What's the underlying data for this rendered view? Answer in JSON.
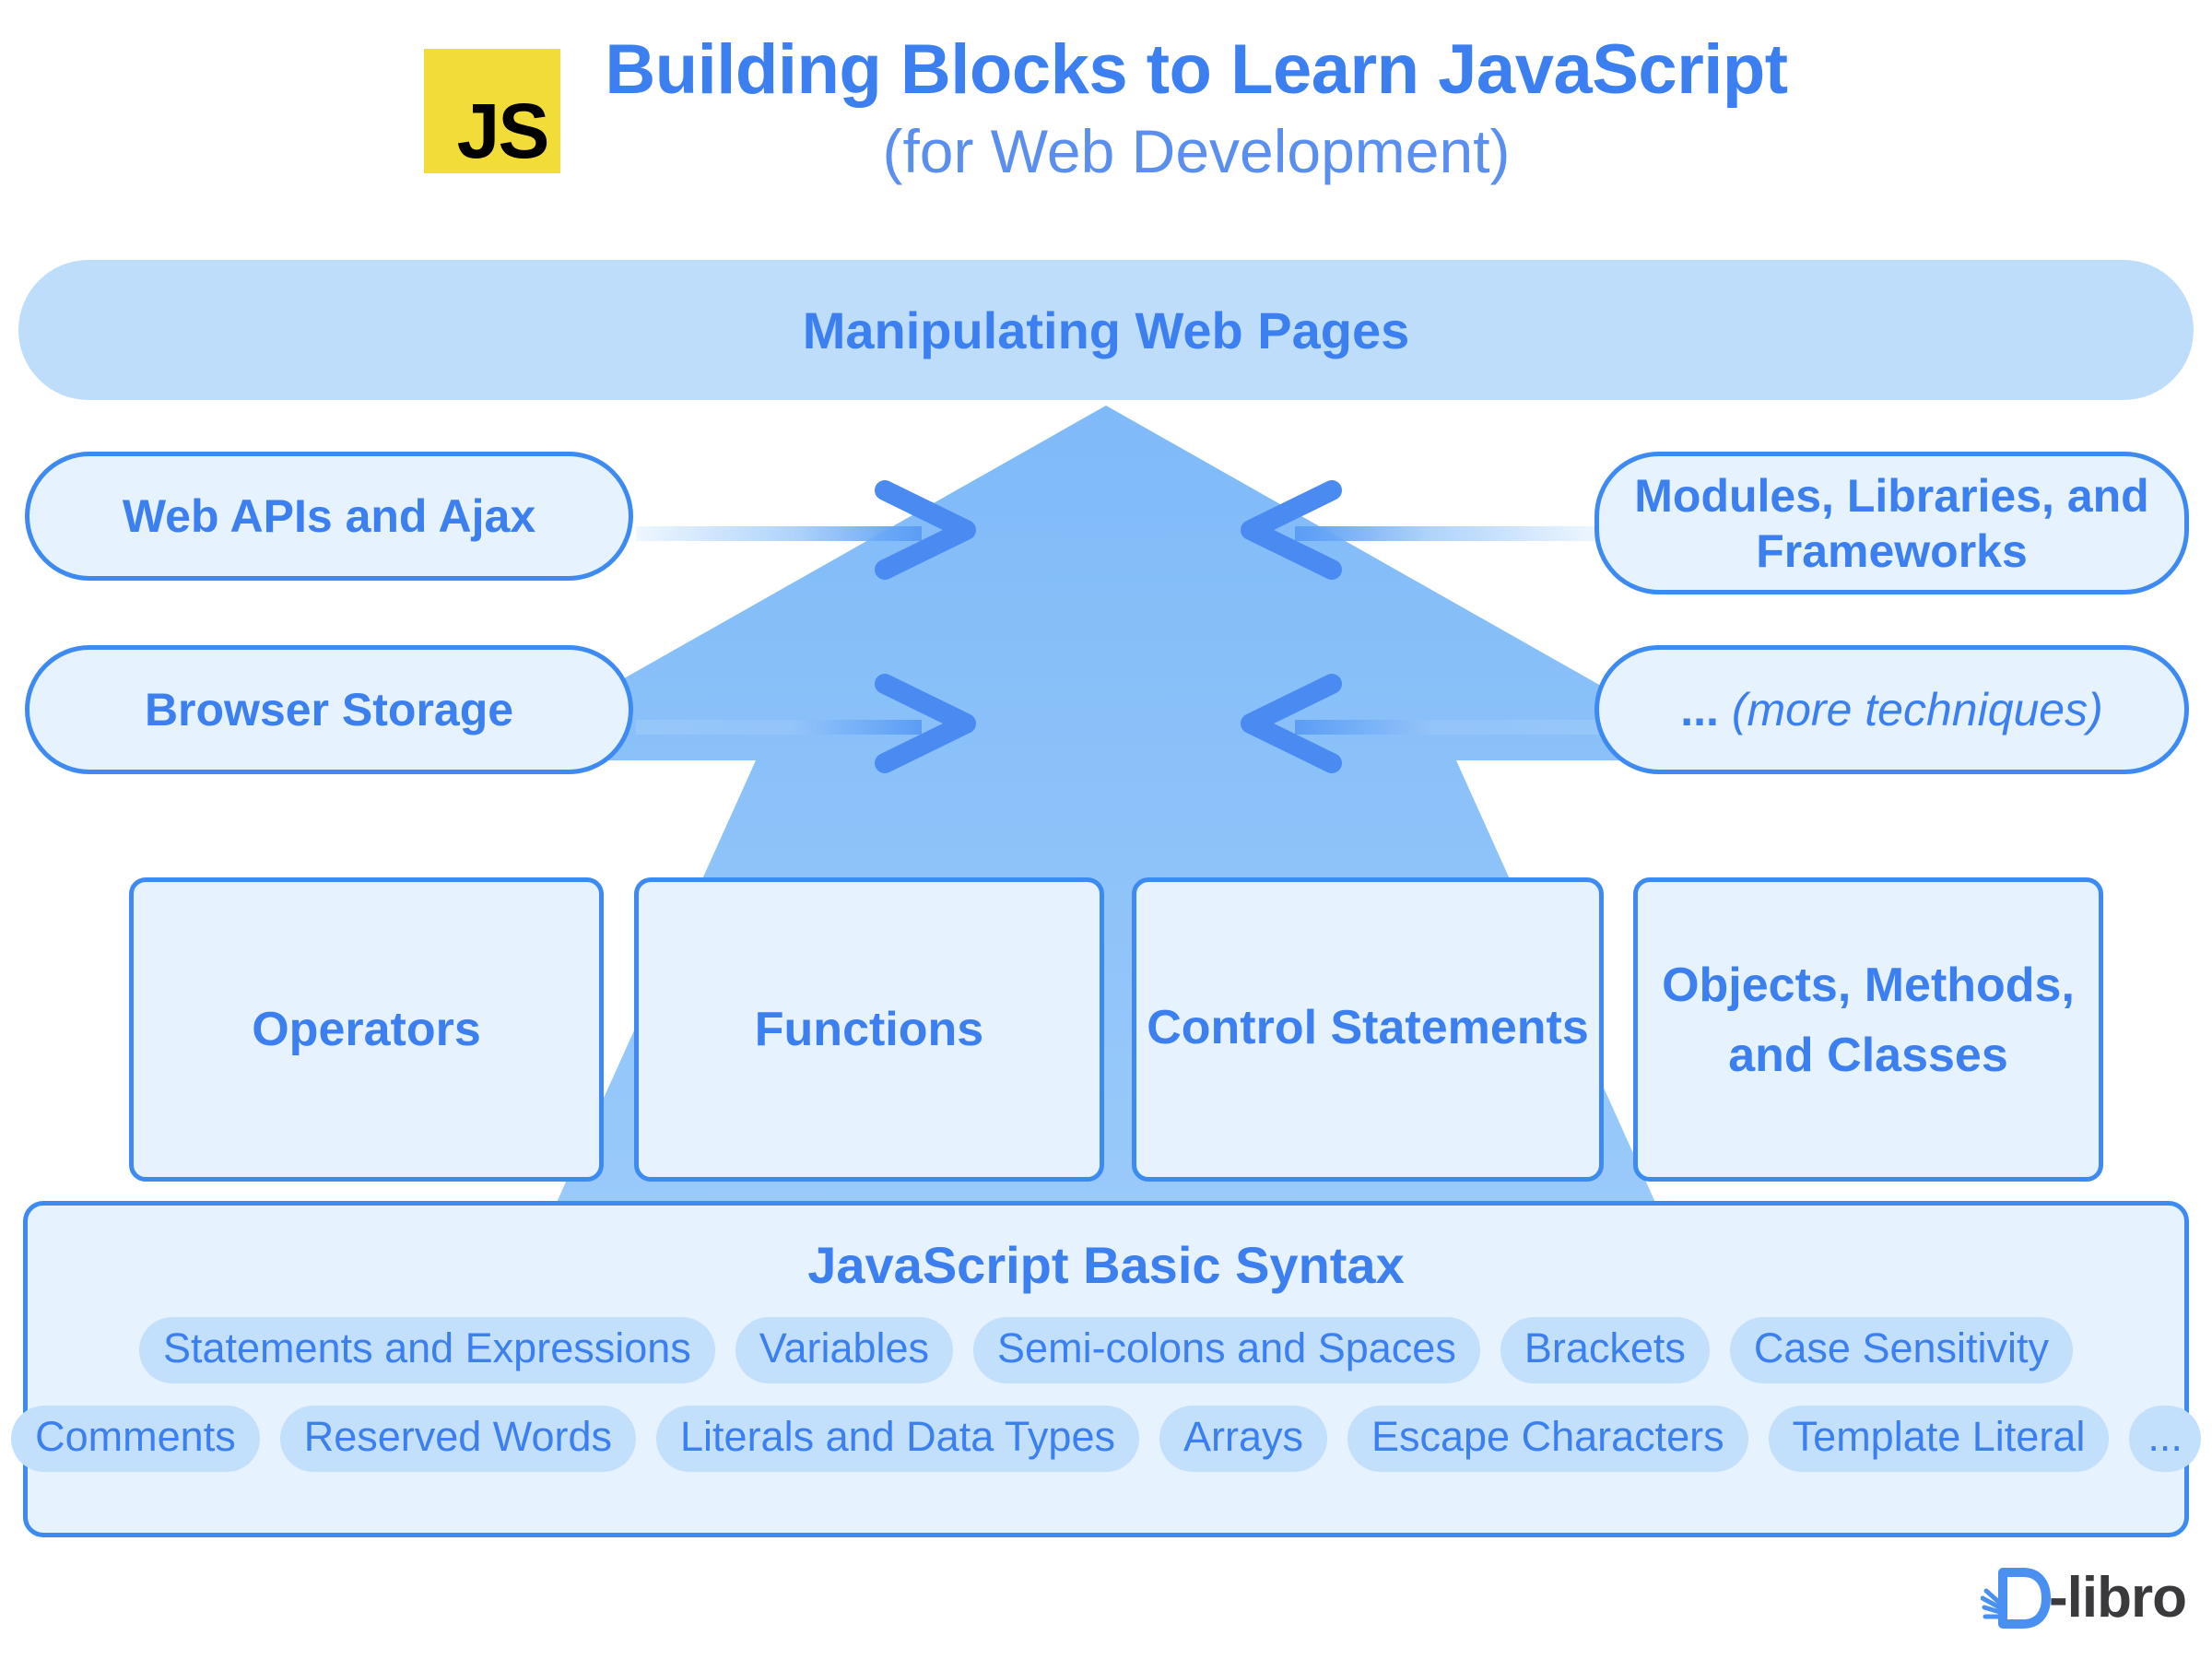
{
  "header": {
    "logo_text": "JS",
    "logo_bg_color": "#F2DC37",
    "title": "Building Blocks to Learn JavaScript",
    "subtitle": "(for Web Development)",
    "title_color": "#3B7FF0"
  },
  "banner": {
    "label": "Manipulating Web Pages",
    "fill_color": "#BEDDFB",
    "text_color": "#3B7FF0"
  },
  "arrow": {
    "name": "upward-arrow",
    "fill_color": "#7FBAF8",
    "direction": "up"
  },
  "side_pills": {
    "left": [
      {
        "label": "Web APIs and Ajax",
        "arrow_direction": "right"
      },
      {
        "label": "Browser Storage",
        "arrow_direction": "right"
      }
    ],
    "right": [
      {
        "label": "Modules, Libraries, and Frameworks",
        "arrow_direction": "left"
      },
      {
        "label_bold": "...",
        "label_italic": "(more techniques)",
        "arrow_direction": "left"
      }
    ],
    "fill_color": "#E6F2FD",
    "border_color": "#3D8BF2",
    "text_color": "#3B7FF0"
  },
  "mid_boxes": [
    {
      "label": "Operators"
    },
    {
      "label": "Functions"
    },
    {
      "label": "Control Statements"
    },
    {
      "label": "Objects, Methods, and Classes"
    }
  ],
  "syntax_panel": {
    "title": "JavaScript Basic Syntax",
    "fill_color": "#E6F2FD",
    "border_color": "#3D8BF2",
    "tag_fill_color": "#C2DFFB",
    "tag_text_color": "#3B7FF0",
    "rows": [
      [
        "Statements and Expressions",
        "Variables",
        "Semi-colons and Spaces",
        "Brackets",
        "Case Sensitivity"
      ],
      [
        "Comments",
        "Reserved Words",
        "Literals and Data Types",
        "Arrays",
        "Escape Characters",
        "Template Literal",
        "..."
      ]
    ]
  },
  "footer": {
    "brand_text": "-libro",
    "brand_mark_color": "#4A90F2",
    "brand_text_color": "#3A3A3C"
  }
}
